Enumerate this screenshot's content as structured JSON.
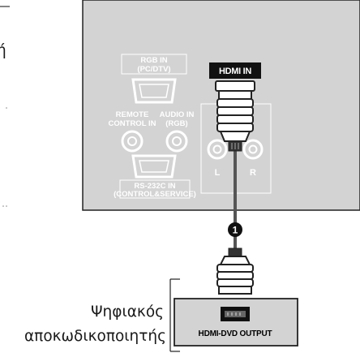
{
  "tv_panel": {
    "ghost_labels": {
      "rgb_in_line1": "RGB IN",
      "rgb_in_line2": "(PC/DTV)",
      "remote_line1": "REMOTE",
      "remote_line2": "CONTROL IN",
      "audio_in_line1": "AUDIO IN",
      "audio_in_line2": "(RGB)",
      "service_line1": "RS-232C IN",
      "service_line2": "(CONTROL&SERVICE)",
      "audio_l": "L",
      "audio_r": "R"
    },
    "hdmi_in_label": "HDMI IN"
  },
  "cable": {
    "step_number": "1"
  },
  "device": {
    "port_label": "HDMI-DVD OUTPUT",
    "name_line1": "Ψηφιακός",
    "name_line2": "αποκωδικοποιητής"
  },
  "colors": {
    "panel_fill": "#d3d3d3",
    "panel_ghost": "#ffffff",
    "port_dark": "#1a1a1a",
    "cable": "#555555",
    "badge": "#111111"
  }
}
